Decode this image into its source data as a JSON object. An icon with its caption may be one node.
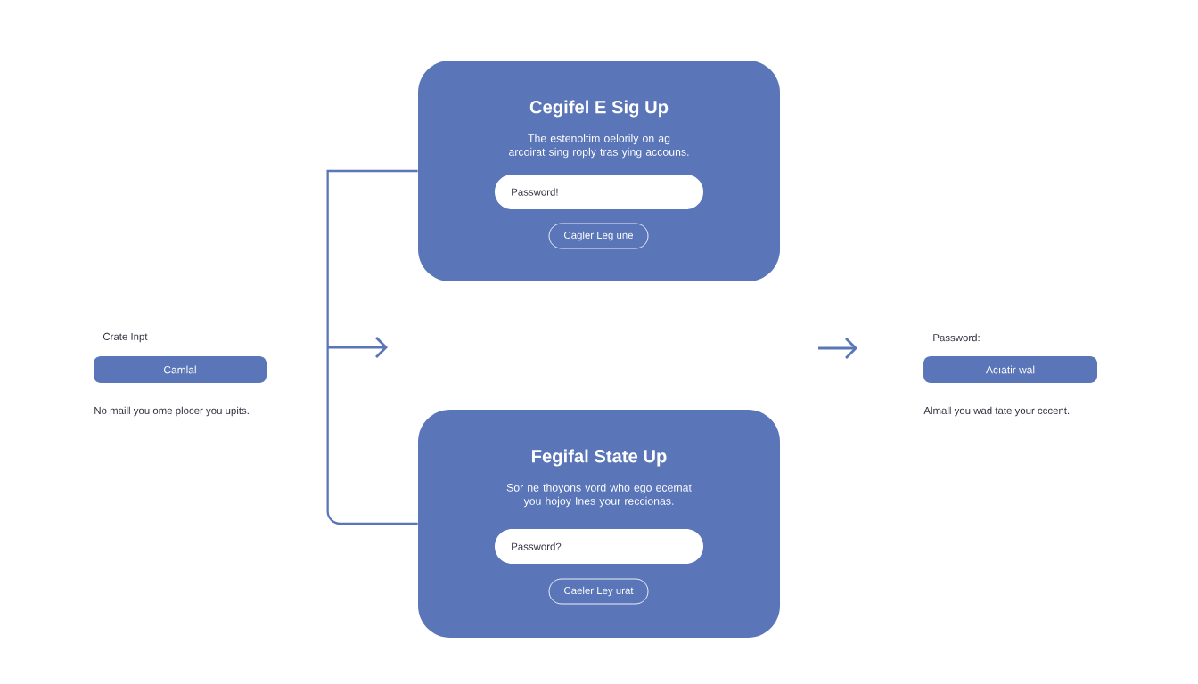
{
  "diagram": {
    "nodes": [
      {
        "text": [
          "Cegifel E Sig Up",
          "The estenoltim oelorily on ag arcoirat sing roply tras ying accouns."
        ]
      },
      {
        "text": [
          "Password!"
        ],
        "in": 0
      },
      {
        "text": [
          "Cagler Leg une"
        ],
        "in": 0
      },
      {
        "text": [
          "Fegifal State Up",
          "Sor ne thoyons vord who ego ecemat you hojoy Ines your reccionas."
        ]
      },
      {
        "text": [
          "Password?"
        ],
        "in": 3
      },
      {
        "text": [
          "Caeler Ley urat"
        ],
        "in": 3
      },
      {
        "text": [
          "Camlal"
        ],
        "beside": [
          "Crate Inpt",
          "No maill you ome plocer you upits."
        ]
      },
      {
        "text": [
          "Acıatir wal"
        ],
        "beside": [
          "Password:",
          "Almall you wad tate your cccent."
        ]
      }
    ],
    "edges": [
      {
        "from": 0,
        "to": 3,
        "arrow": "none"
      }
    ]
  }
}
